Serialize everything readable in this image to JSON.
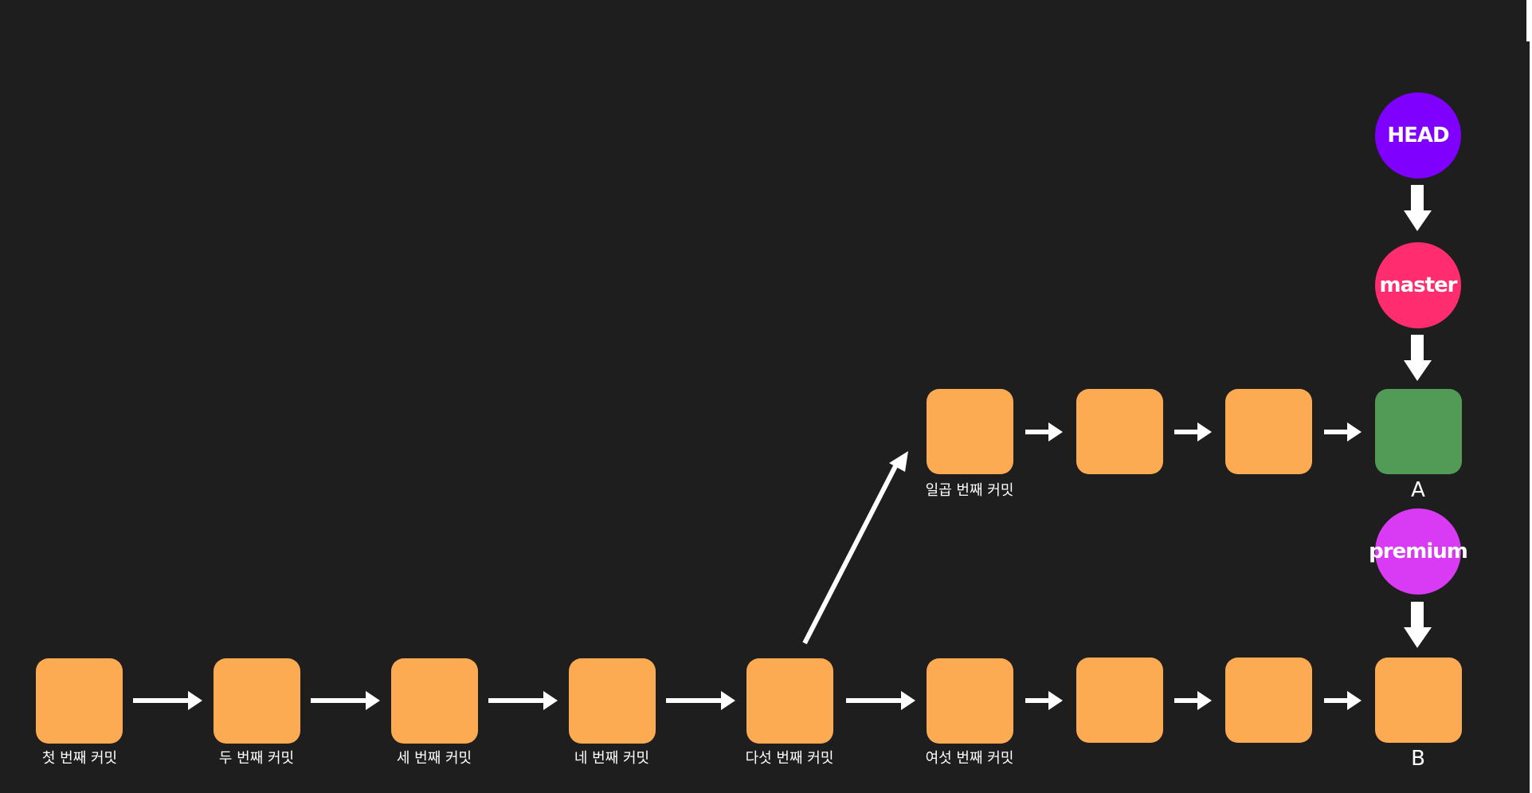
{
  "commit_labels": {
    "first": "첫 번째 커밋",
    "second": "두 번째 커밋",
    "third": "세 번째 커밋",
    "fourth": "네 번째 커밋",
    "fifth": "다섯 번째 커밋",
    "sixth": "여섯 번째 커밋",
    "seventh": "일곱 번째 커밋"
  },
  "branch_letters": {
    "a": "A",
    "b": "B"
  },
  "pointers": {
    "head": {
      "label": "HEAD",
      "color": "#7f00ff"
    },
    "master": {
      "label": "master",
      "color": "#ff2d6f"
    },
    "premium": {
      "label": "premium",
      "color": "#d83bf3"
    }
  },
  "colors": {
    "background": "#1e1e1e",
    "commit": "#fdab53",
    "current_commit": "#519b57",
    "arrow": "#ffffff"
  }
}
